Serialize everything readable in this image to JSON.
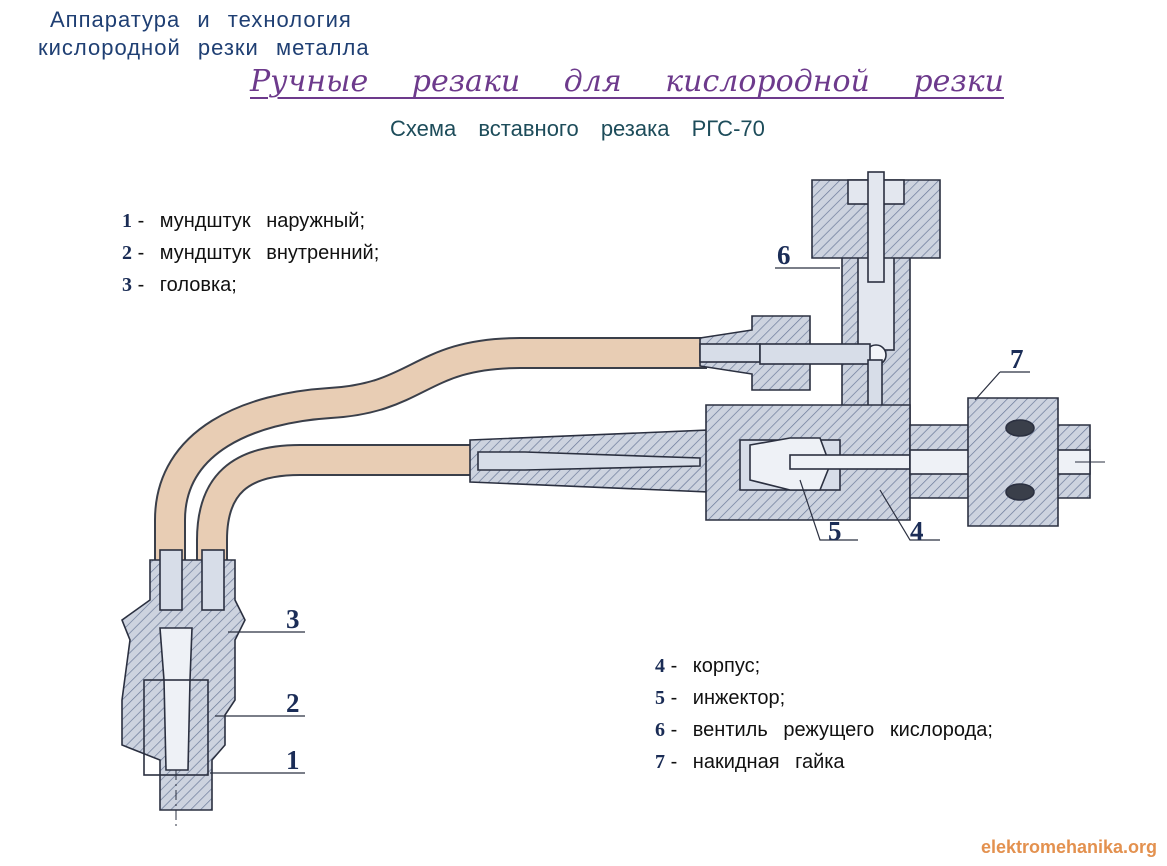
{
  "header": {
    "line1": "Аппаратура и технология",
    "line2": "кислородной резки металла"
  },
  "title": "Ручные резаки для кислородной резки",
  "subtitle": "Схема вставного резака РГС-70",
  "legend_top": [
    {
      "num": "1",
      "text": "- мундштук наружный;"
    },
    {
      "num": "2",
      "text": "- мундштук внутренний;"
    },
    {
      "num": "3",
      "text": "- головка;"
    }
  ],
  "legend_bottom": [
    {
      "num": "4",
      "text": "- корпус;"
    },
    {
      "num": "5",
      "text": "- инжектор;"
    },
    {
      "num": "6",
      "text": "- вентиль режущего кислорода;"
    },
    {
      "num": "7",
      "text": "- накидная гайка"
    }
  ],
  "callouts": {
    "c1": "1",
    "c2": "2",
    "c3": "3",
    "c4": "4",
    "c5": "5",
    "c6": "6",
    "c7": "7"
  },
  "watermark": "elektromehanika.org",
  "colors": {
    "header": "#1f3f73",
    "title": "#6d3a8c",
    "tube": "#e8cdb4",
    "metal": "#c8cfdc",
    "section": "#6b7a99"
  }
}
